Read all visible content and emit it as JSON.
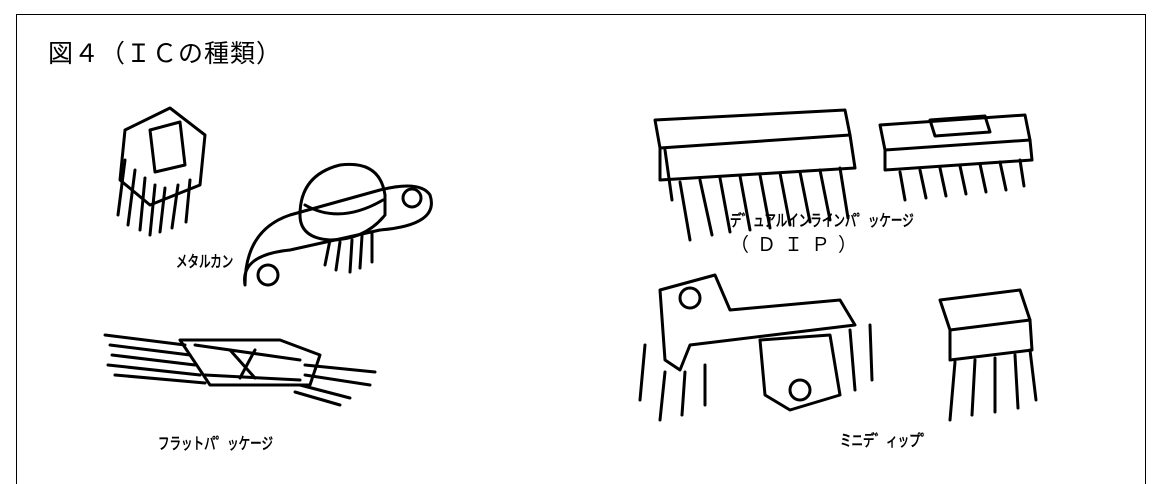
{
  "figure": {
    "title": "図４（ＩＣの種類）",
    "labels": {
      "metal_can": "メタルカン",
      "flat_package": "フラットパ゜ッケージ",
      "dip_name": "デ゛ュアルインラインパ゜ッケージ",
      "dip_abbrev": "（ＤＩＰ）",
      "mini_dip": "ミニデ゛ィップ゜"
    }
  }
}
